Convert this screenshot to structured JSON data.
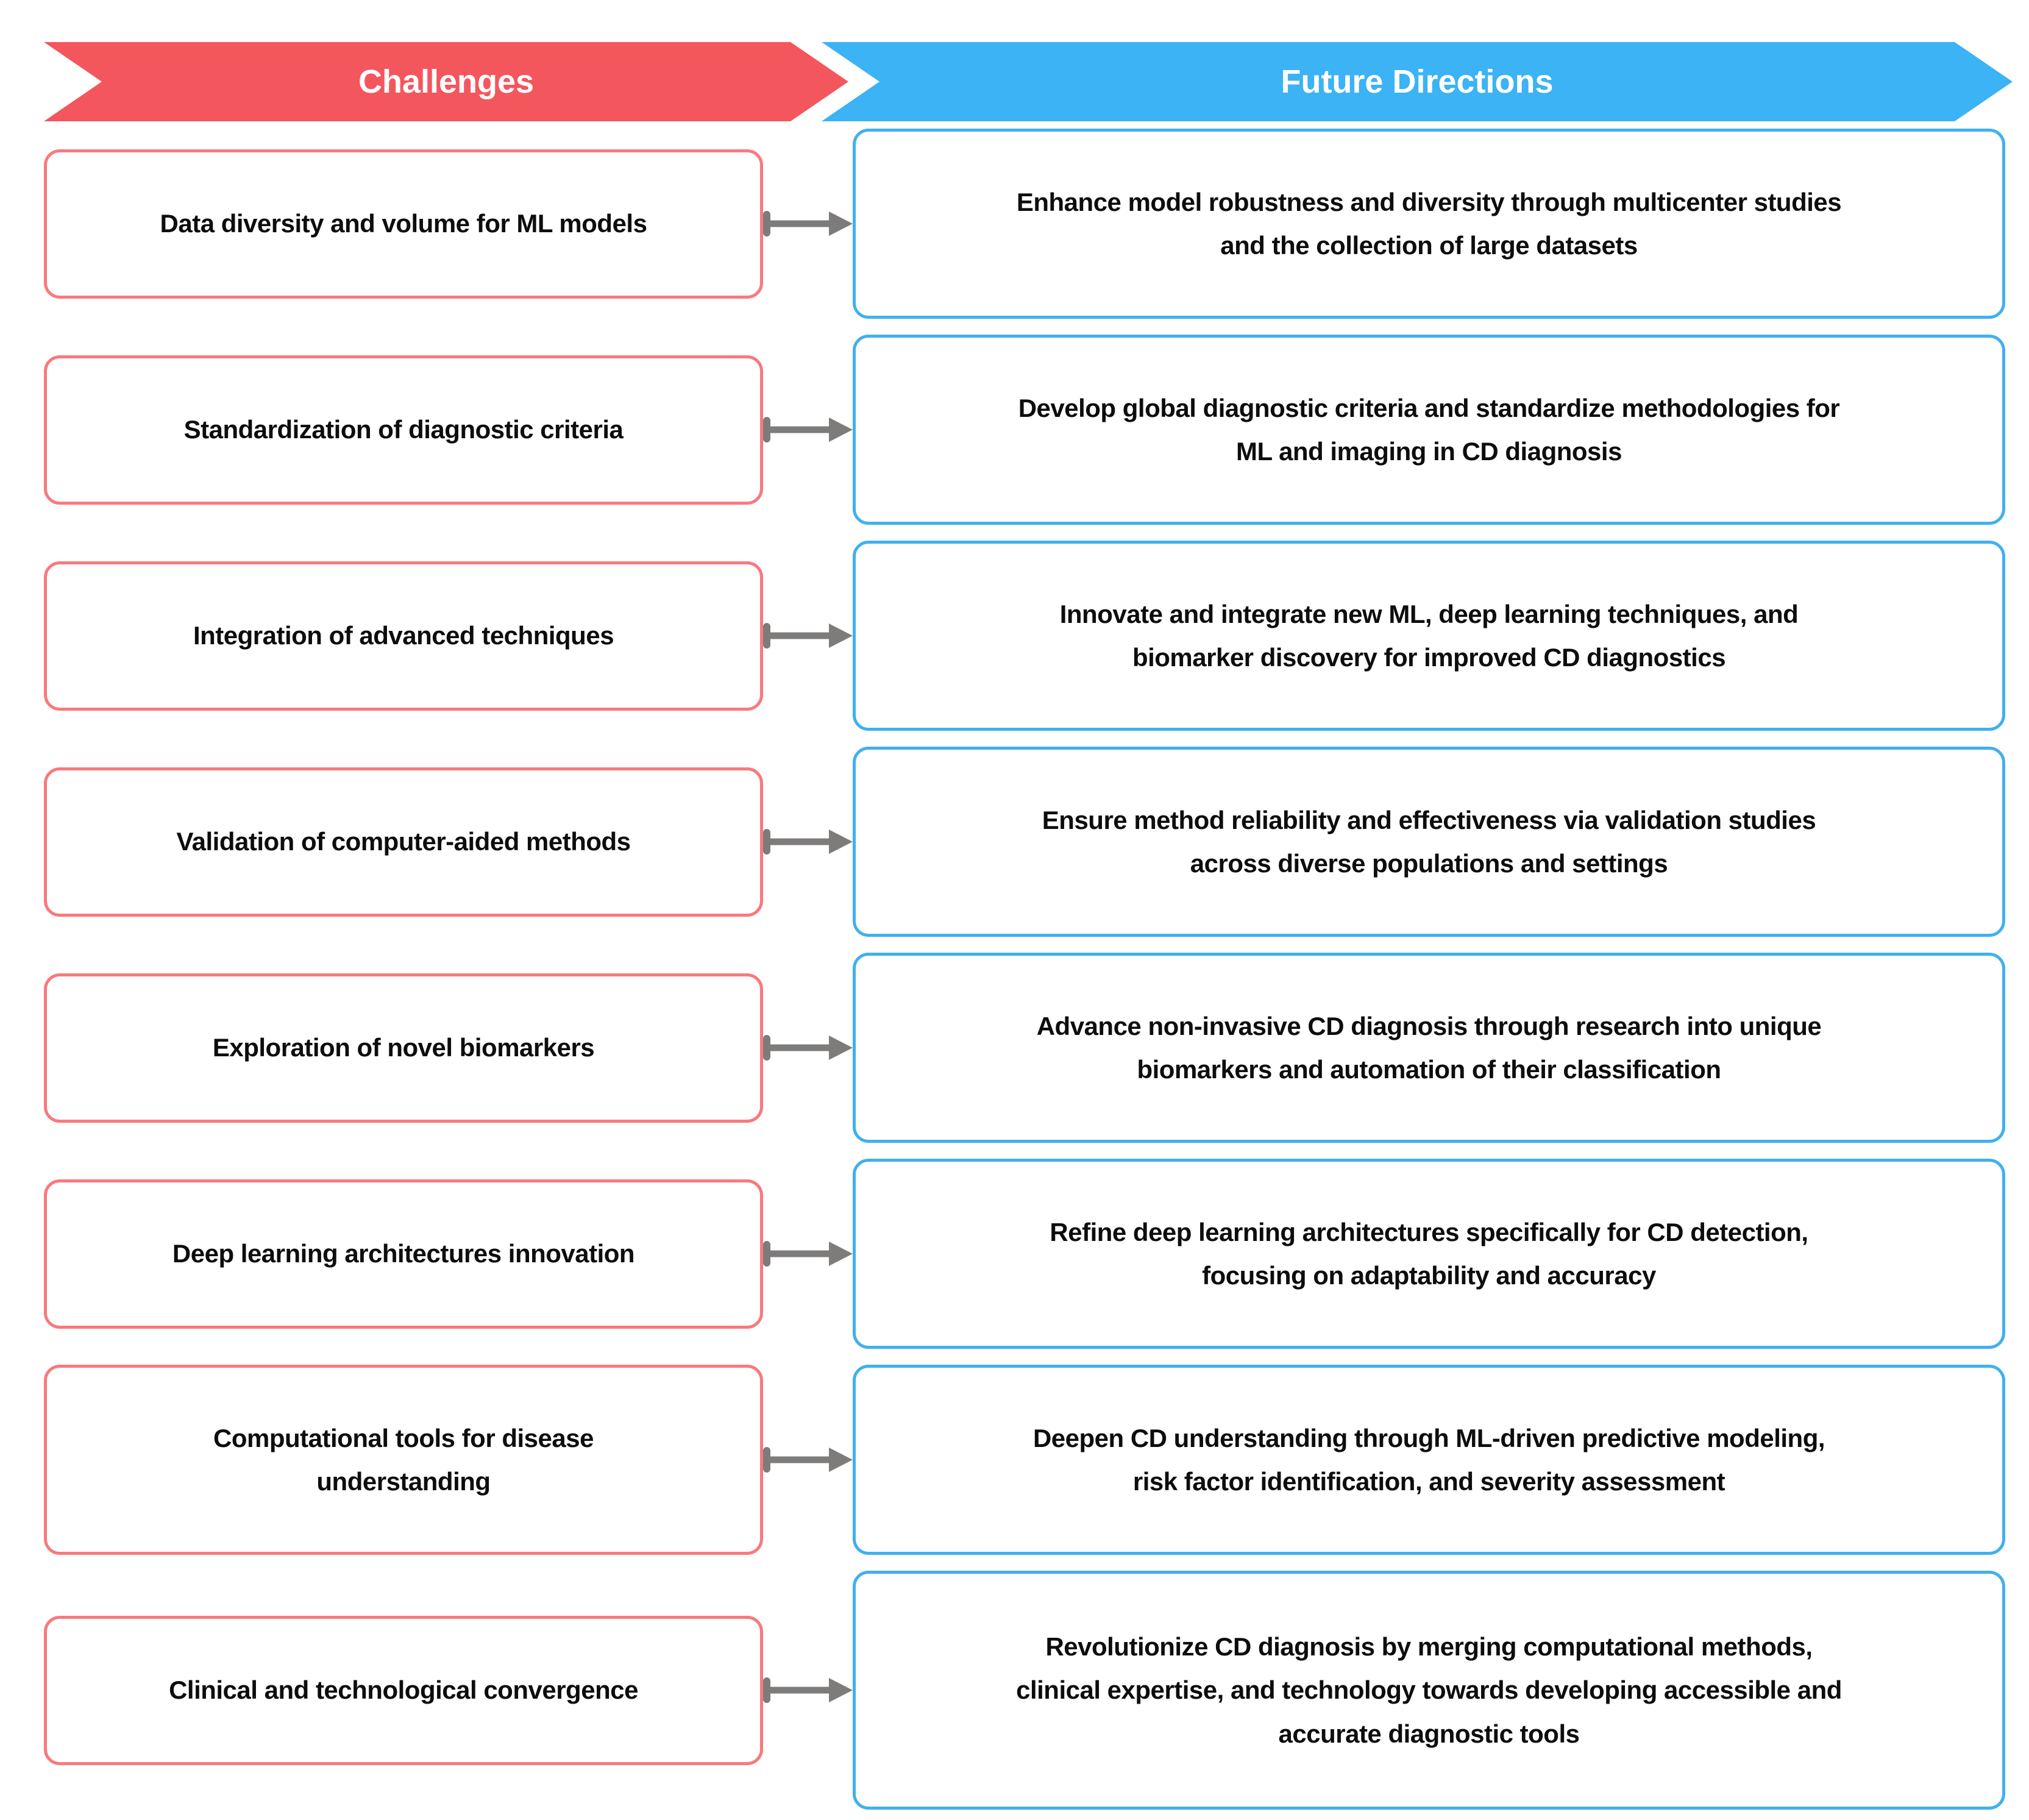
{
  "header": {
    "challenges_label": "Challenges",
    "directions_label": "Future Directions"
  },
  "colors": {
    "challenge_accent": "#F4565E",
    "direction_accent": "#3BB3F4",
    "challenge_border": "#F9797D",
    "direction_border": "#41B0EF",
    "connector": "#7E7B7B",
    "text": "#0D0D0D"
  },
  "rows": [
    {
      "challenge": "Data diversity and volume for ML models",
      "direction": "Enhance model robustness and diversity through multicenter studies\nand the collection of large datasets"
    },
    {
      "challenge": "Standardization of diagnostic criteria",
      "direction": "Develop global diagnostic criteria and standardize methodologies for\nML and imaging in CD diagnosis"
    },
    {
      "challenge": "Integration of advanced techniques",
      "direction": "Innovate and integrate new ML, deep learning techniques, and\nbiomarker discovery for improved CD diagnostics"
    },
    {
      "challenge": "Validation of computer-aided methods",
      "direction": "Ensure method reliability and effectiveness via validation studies\nacross diverse populations and settings"
    },
    {
      "challenge": "Exploration of novel biomarkers",
      "direction": "Advance non-invasive CD diagnosis through research into unique\nbiomarkers and automation of their classification"
    },
    {
      "challenge": "Deep learning architectures innovation",
      "direction": "Refine deep learning architectures specifically for CD detection,\nfocusing on adaptability and accuracy"
    },
    {
      "challenge": "Computational tools for disease\nunderstanding",
      "direction": "Deepen CD understanding through ML-driven predictive modeling,\nrisk factor identification, and severity assessment"
    },
    {
      "challenge": "Clinical and technological convergence",
      "direction": "Revolutionize CD diagnosis by merging computational methods,\nclinical expertise, and technology towards developing accessible and\naccurate diagnostic tools"
    }
  ]
}
